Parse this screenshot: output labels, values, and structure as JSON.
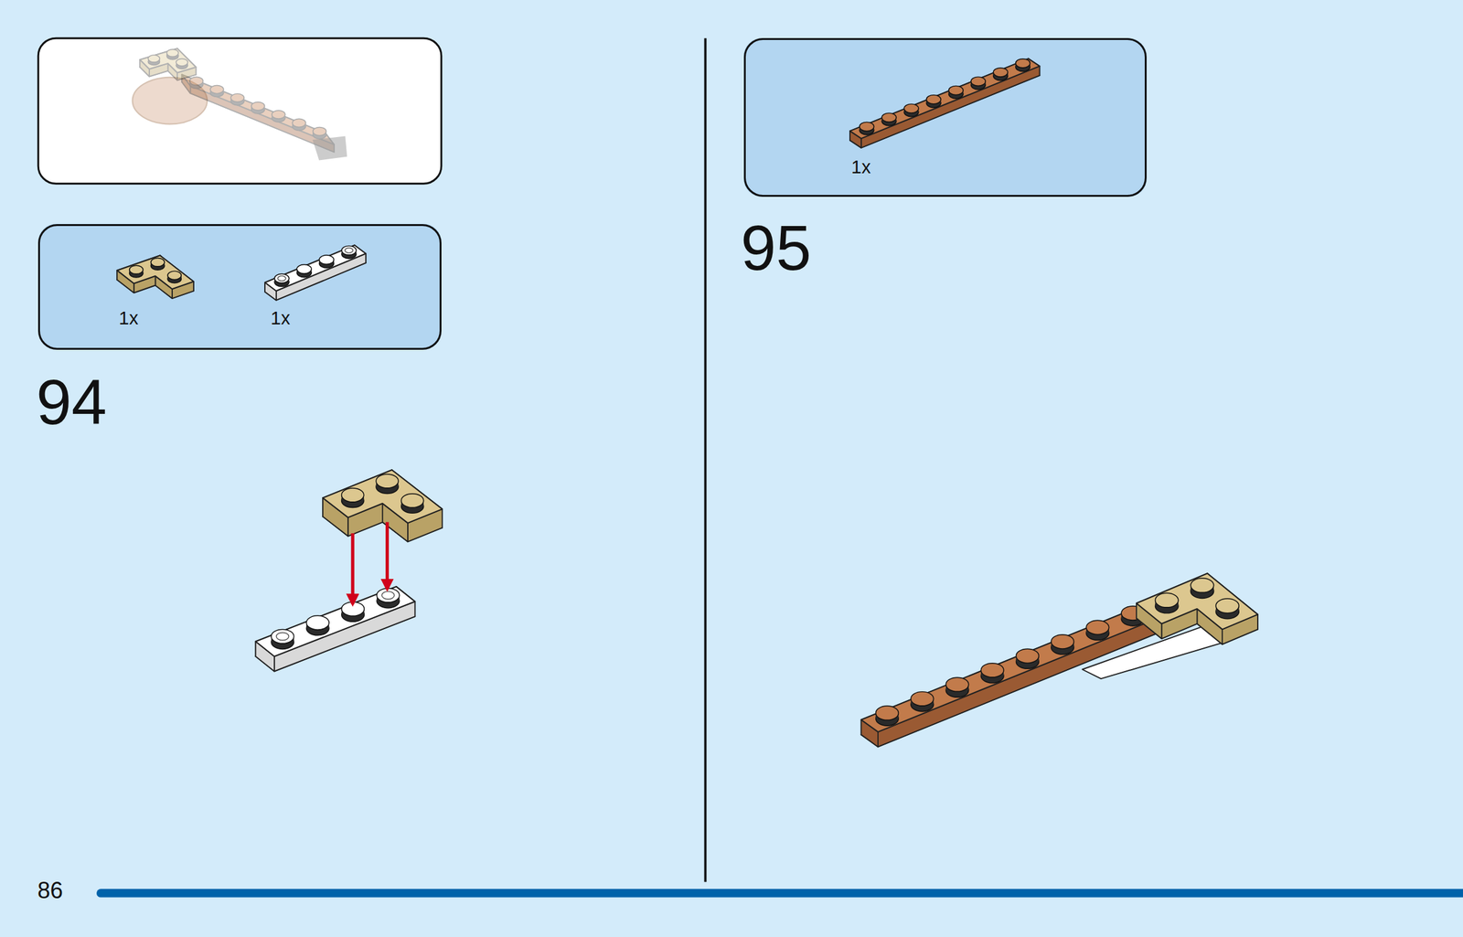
{
  "diagram": {
    "nodes": [
      {
        "text": [
          "1x",
          "1x"
        ]
      },
      {
        "text": [
          "1x"
        ]
      }
    ],
    "labels": [
      "94",
      "95",
      "86"
    ]
  }
}
